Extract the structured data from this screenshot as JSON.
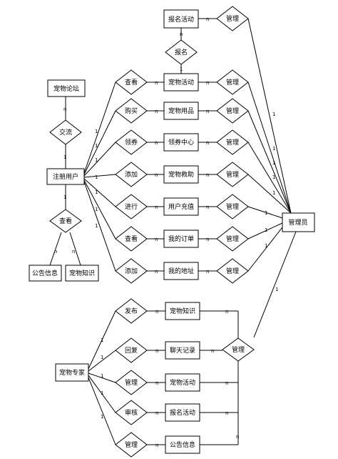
{
  "entities": {
    "pet_forum": "宠物论坛",
    "registered_user": "注册用户",
    "announcement": "公告信息",
    "pet_knowledge": "宠物知识",
    "signup_activity": "报名活动",
    "pet_activity": "宠物活动",
    "pet_supplies": "宠物用品",
    "coupon_center": "领券中心",
    "pet_rescue": "宠物救助",
    "user_recharge": "用户充值",
    "my_orders": "我的订单",
    "my_address": "我的地址",
    "admin": "管理员",
    "pet_expert": "宠物专家",
    "expert_knowledge": "宠物知识",
    "chat_records": "聊天记录",
    "expert_activity": "宠物活动",
    "expert_signup": "报名活动",
    "expert_announcement": "公告信息"
  },
  "relations": {
    "exchange": "交流",
    "user_view": "查看",
    "view_activity": "查看",
    "buy": "购买",
    "claim": "领券",
    "add_rescue": "添加",
    "recharge": "进行",
    "view_orders": "查看",
    "add_address": "添加",
    "signup": "报名",
    "manage_signup": "管理",
    "manage_activity": "管理",
    "manage_supplies": "管理",
    "manage_coupon": "管理",
    "manage_rescue": "管理",
    "manage_recharge": "管理",
    "manage_orders": "管理",
    "manage_address": "管理",
    "publish": "发布",
    "reply": "回复",
    "expert_manage": "管理",
    "review": "审核",
    "expert_manage_ann": "管理",
    "admin_manage_chat": "管理"
  },
  "cardinality": {
    "one": "1",
    "many": "n"
  }
}
